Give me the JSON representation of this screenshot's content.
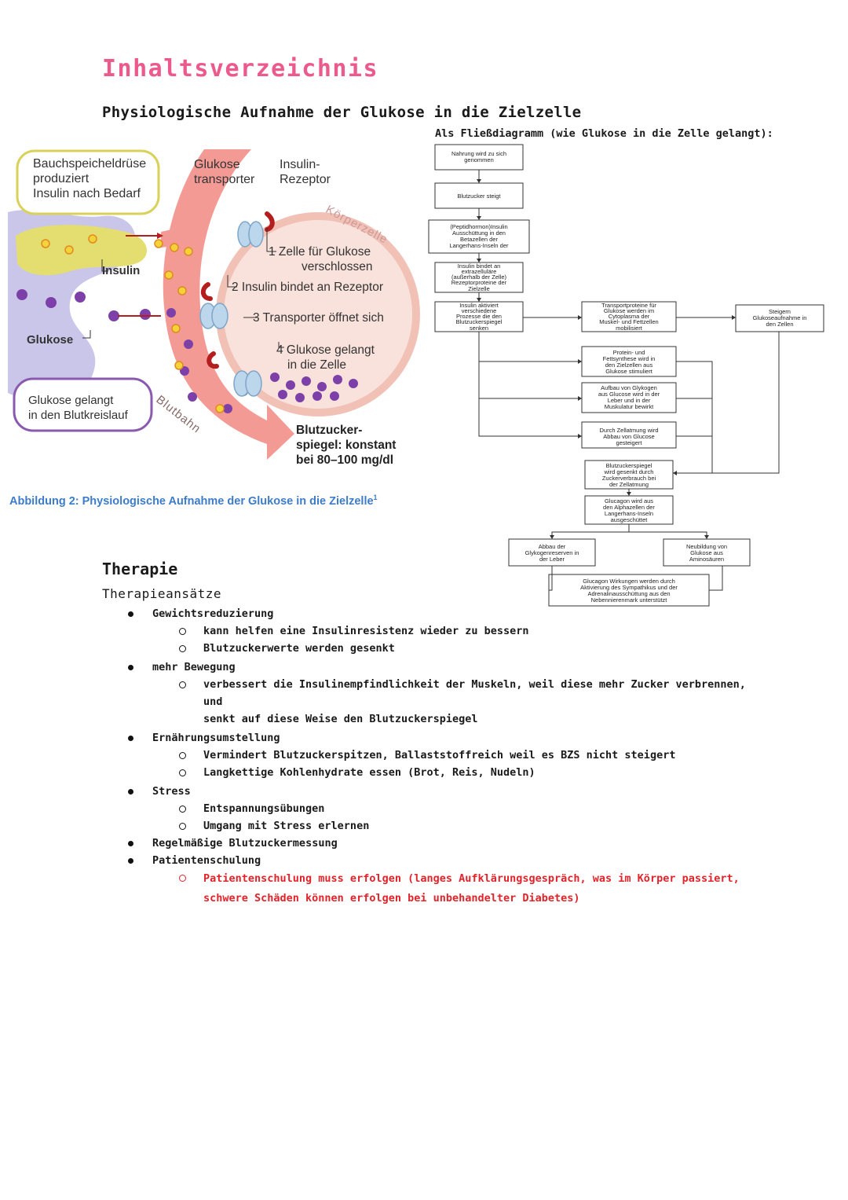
{
  "title": "Inhaltsverzeichnis",
  "subtitle": "Physiologische Aufnahme der Glukose in die Zielzelle",
  "figure": {
    "bubble_pancreas": [
      "Bauchspeicheldrüse",
      "produziert",
      "Insulin nach Bedarf"
    ],
    "label_transporter": [
      "Glukose",
      "transporter"
    ],
    "label_receptor": [
      "Insulin-",
      "Rezeptor"
    ],
    "label_koerperzelle": "Körperzelle",
    "label_insulin": "Insulin",
    "label_glukose": "Glukose",
    "step1": [
      "1 Zelle für Glukose",
      "verschlossen"
    ],
    "step2": "2 Insulin bindet an Rezeptor",
    "step3": "3 Transporter öffnet sich",
    "step4": [
      "4 Glukose gelangt",
      "in die Zelle"
    ],
    "bubble_blood": [
      "Glukose gelangt",
      "in den Blutkreislauf"
    ],
    "label_blutbahn": "Blutbahn",
    "blutzucker": [
      "Blutzucker-",
      "spiegel: konstant",
      "bei 80–100 mg/dl"
    ]
  },
  "caption": "Abbildung 2: Physiologische Aufnahme der Glukose in die Zielzelle",
  "caption_sup": "1",
  "flow_heading": "Als Fließdiagramm (wie Glukose in die Zelle gelangt):",
  "flow": {
    "b1": [
      "Nahrung wird zu sich",
      "genommen"
    ],
    "b2": [
      "Blutzucker steigt"
    ],
    "b3": [
      "(Peptidhormon)Insulin",
      "Ausschüttung in den",
      "Betazellen der",
      "Langerhans-Inseln der"
    ],
    "b4": [
      "Insulin bindet an",
      "extrazelluläre",
      "(außerhalb der Zelle)",
      "Rezeptorproteine der",
      "Zielzelle"
    ],
    "b5": [
      "Insulin aktiviert",
      "verschiedene",
      "Prozesse die den",
      "Blutzuckerspiegel",
      "senken"
    ],
    "b6": [
      "Transportproteine für",
      "Glukose werden im",
      "Cytoplasma der",
      "Muskel- und Fettzellen",
      "mobilisiert"
    ],
    "b7": [
      "Steigern",
      "Glukoseaufnahme in",
      "den Zellen"
    ],
    "b8": [
      "Protein- und",
      "Fettsynthese wird in",
      "den Zielzellen aus",
      "Glukose stimuliert"
    ],
    "b9": [
      "Aufbau von Glykogen",
      "aus Glucose wird in der",
      "Leber und in der",
      "Muskulatur bewirkt"
    ],
    "b10": [
      "Durch Zellatmung wird",
      "Abbau von Glucose",
      "gesteigert"
    ],
    "b11": [
      "Blutzuckerspiegel",
      "wird gesenkt durch",
      "Zuckerverbrauch bei",
      "der Zellatmung"
    ],
    "b12": [
      "Glucagon wird aus",
      "den Alphazellen der",
      "Langerhans-Inseln",
      "ausgeschüttet"
    ],
    "b13": [
      "Abbau der",
      "Glykogenreserven in",
      "der Leber"
    ],
    "b14": [
      "Neubildung von",
      "Glukose aus",
      "Aminosäuren"
    ],
    "b15": [
      "Glucagon Wirkungen werden durch",
      "Aktivierung des Sympathikus und der",
      "Adrenalinausschüttung aus den",
      "Nebennierenmark unterstützt"
    ]
  },
  "therapy_heading": "Therapie",
  "therapy_sub": "Therapieansätze",
  "therapy": [
    {
      "label": "Gewichtsreduzierung",
      "items": [
        "kann helfen eine Insulinresistenz wieder zu bessern",
        "Blutzuckerwerte werden gesenkt"
      ]
    },
    {
      "label": "mehr Bewegung",
      "items": [
        "verbessert die Insulinempfindlichkeit der Muskeln, weil diese mehr Zucker verbrennen, und",
        "senkt auf diese Weise den Blutzuckerspiegel"
      ]
    },
    {
      "label": "Ernährungsumstellung",
      "items": [
        "Vermindert Blutzuckerspitzen, Ballaststoffreich weil es BZS nicht steigert",
        "Langkettige Kohlenhydrate essen (Brot, Reis, Nudeln)"
      ]
    },
    {
      "label": "Stress",
      "items": [
        "Entspannungsübungen",
        "Umgang mit Stress erlernen"
      ]
    },
    {
      "label": "Regelmäßige Blutzuckermessung",
      "items": []
    },
    {
      "label": "Patientenschulung",
      "items": [
        "Patientenschulung muss erfolgen (langes Aufklärungsgespräch, was im Körper passiert,",
        "schwere Schäden können erfolgen bei unbehandelter Diabetes)"
      ]
    }
  ],
  "colors": {
    "title": "#ec5a8c",
    "caption": "#3d7cc9",
    "highlight": "#e2232a",
    "blood": "#f07f80",
    "pancreas": "#e3de6f",
    "glucose": "#7d3fa8"
  }
}
